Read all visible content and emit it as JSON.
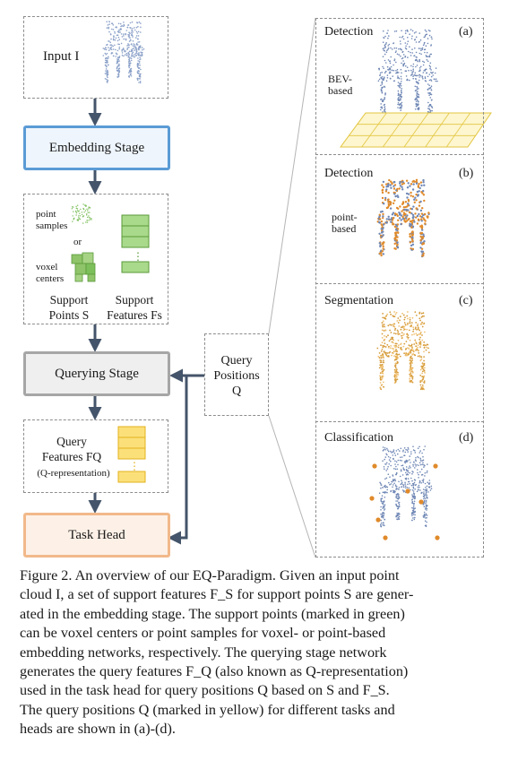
{
  "figure": {
    "input_label": "Input I",
    "embedding_stage": "Embedding Stage",
    "point_samples_label": "point samples",
    "or_label": "or",
    "voxel_centers_label": "voxel centers",
    "support_points_label": "Support Points S",
    "support_features_label": "Support Features Fs",
    "querying_stage": "Querying Stage",
    "query_features_label": "Query Features FQ",
    "q_representation_label": "(Q-representation)",
    "task_head": "Task Head",
    "query_positions_label": "Query Positions Q",
    "panels": [
      {
        "title": "Detection",
        "tag": "(a)",
        "sublabel": "BEV-based"
      },
      {
        "title": "Detection",
        "tag": "(b)",
        "sublabel": "point-based"
      },
      {
        "title": "Segmentation",
        "tag": "(c)",
        "sublabel": ""
      },
      {
        "title": "Classification",
        "tag": "(d)",
        "sublabel": ""
      }
    ],
    "colors": {
      "embedding_border": "#5b9bd5",
      "embedding_fill": "#eef5fc",
      "query_border": "#a6a6a6",
      "query_fill": "#efefef",
      "task_border": "#f2b98a",
      "task_fill": "#fdf1e7",
      "arrow": "#44546a",
      "support_green": "#7dbf5b",
      "query_yellow": "#f7d44c",
      "points_blue": "#6f87b5",
      "points_orange": "#e08a2a"
    }
  },
  "caption": {
    "lines": [
      "Figure 2. An overview of our EQ-Paradigm. Given an input point",
      "cloud I, a set of support features F_S for support points S are gener-",
      "ated in the embedding stage. The support points (marked in green)",
      "can be voxel centers or point samples for voxel- or point-based",
      "embedding networks, respectively.  The querying stage network",
      "generates the query features F_Q (also known as Q-representation)",
      "used in the task head for query positions Q based on S and F_S.",
      "The query positions Q (marked in yellow) for different tasks and",
      "heads are shown in (a)-(d)."
    ]
  }
}
